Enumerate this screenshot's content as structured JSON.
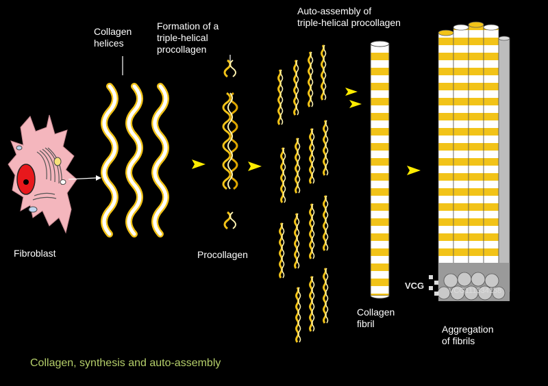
{
  "labels": {
    "fibroblast": "Fibroblast",
    "collagen_helices_1": "Collagen",
    "collagen_helices_2": "helices",
    "formation_1": "Formation of a",
    "formation_2": "triple-helical",
    "formation_3": "procollagen",
    "procollagen": "Procollagen",
    "auto_assembly_1": "Auto-assembly of",
    "auto_assembly_2": "triple-helical procollagen",
    "collagen_fibril_1": "Collagen",
    "collagen_fibril_2": "fibril",
    "aggregation_1": "Aggregation",
    "aggregation_2": "of fibrils"
  },
  "caption": "Collagen, synthesis and auto-assembly",
  "watermark": {
    "brand": "VCG",
    "id": "VCG111334158"
  },
  "colors": {
    "background": "#000000",
    "collagen_yellow": "#f2c318",
    "arrow_yellow": "#ffec00",
    "cell_pink": "#f4b6bd",
    "nucleus_red": "#e8181c",
    "caption_green": "#b5cf6a"
  }
}
